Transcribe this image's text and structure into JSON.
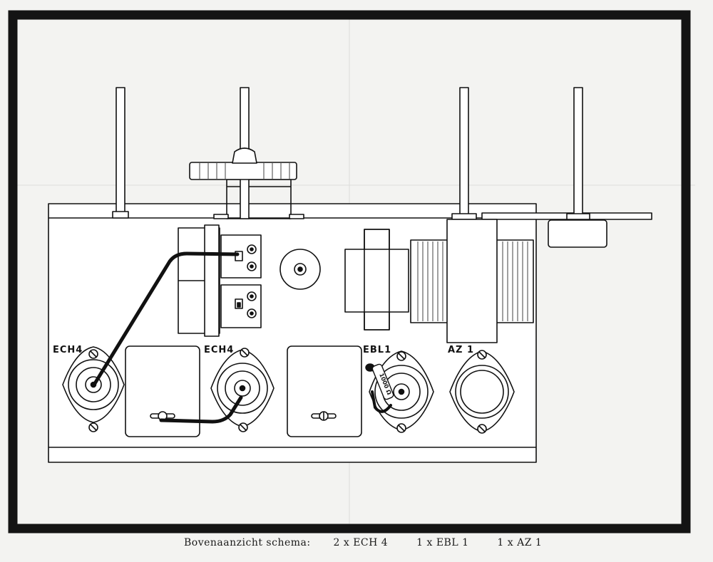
{
  "labels": {
    "tube1": "ECH4",
    "tube2": "ECH4",
    "tube3": "EBL1",
    "tube4": "AZ 1",
    "resistor_value": "1000 Ω"
  },
  "caption": {
    "title": "Bovenaanzicht schema:",
    "item1": "2 x ECH 4",
    "item2": "1 x EBL 1",
    "item3": "1 x AZ 1"
  },
  "colors": {
    "paper": "#f3f3f1",
    "ink": "#111111",
    "frame": "#141414"
  }
}
